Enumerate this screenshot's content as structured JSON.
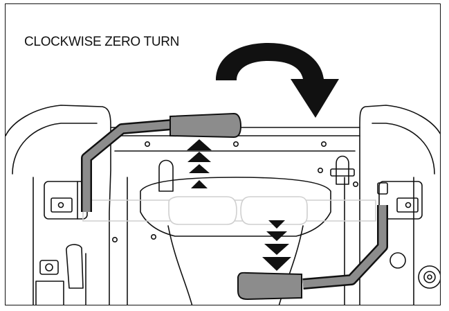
{
  "caption": "CLOCKWISE ZERO TURN",
  "colors": {
    "line": "#111111",
    "handle_grip": "#8c8c8c",
    "ghost_bar": "#cfcfcf",
    "arrow": "#111111"
  },
  "icons": {
    "rotation": "clockwise-arrow-icon",
    "forward": "up-arrows-icon",
    "reverse": "down-arrows-icon"
  },
  "motion": {
    "left_lever": "forward",
    "right_lever": "reverse",
    "left_arrow_count": 4,
    "right_arrow_count": 4
  }
}
